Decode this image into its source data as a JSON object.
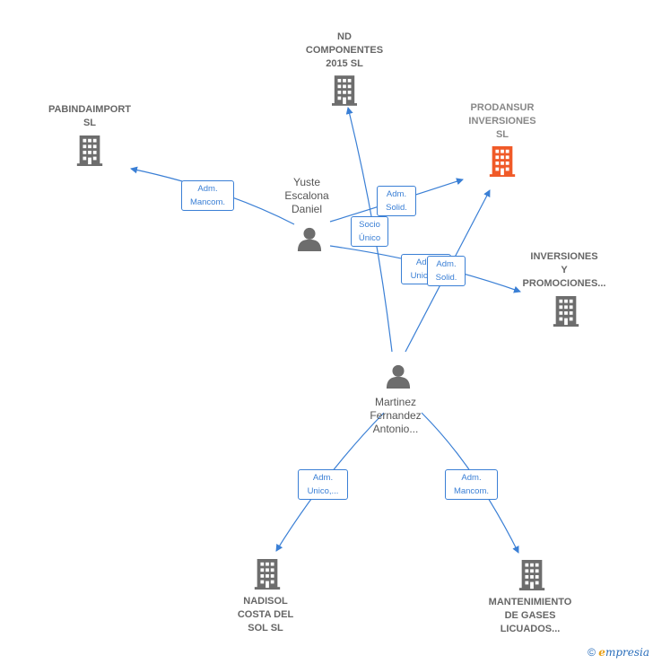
{
  "colors": {
    "edge": "#3a7fd5",
    "company": "#6d6d6d",
    "company_highlight": "#f05a28",
    "person": "#6d6d6d"
  },
  "nodes": {
    "nd_componentes": {
      "label": "ND\nCOMPONENTES\n2015  SL",
      "icon": "building-icon"
    },
    "pabindaimport": {
      "label": "PABINDAIMPORT\nSL",
      "icon": "building-icon"
    },
    "prodansur": {
      "label": "PRODANSUR\nINVERSIONES\nSL",
      "icon": "building-icon"
    },
    "inversiones": {
      "label": "INVERSIONES\nY\nPROMOCIONES...",
      "icon": "building-icon"
    },
    "yuste": {
      "label": "Yuste\nEscalona\nDaniel",
      "icon": "person-icon"
    },
    "martinez": {
      "label": "Martinez\nFernandez\nAntonio...",
      "icon": "person-icon"
    },
    "nadisol": {
      "label": "NADISOL\nCOSTA DEL\nSOL  SL",
      "icon": "building-icon"
    },
    "mantenimiento": {
      "label": "MANTENIMIENTO\nDE GASES\nLICUADOS...",
      "icon": "building-icon"
    }
  },
  "edges": {
    "yuste_pabindaimport": "Adm.\nMancom.",
    "yuste_prodansur": "Adm.\nSolid.",
    "martinez_nd": "Socio\nÚnico",
    "yuste_inversiones": "Adm.\nUnico,...",
    "martinez_prodansur": "Adm.\nSolid.",
    "martinez_nadisol": "Adm.\nUnico,...",
    "martinez_mantenimiento": "Adm.\nMancom."
  },
  "footer": {
    "copyright": "©",
    "brand_first": "e",
    "brand_rest": "mpresia"
  }
}
